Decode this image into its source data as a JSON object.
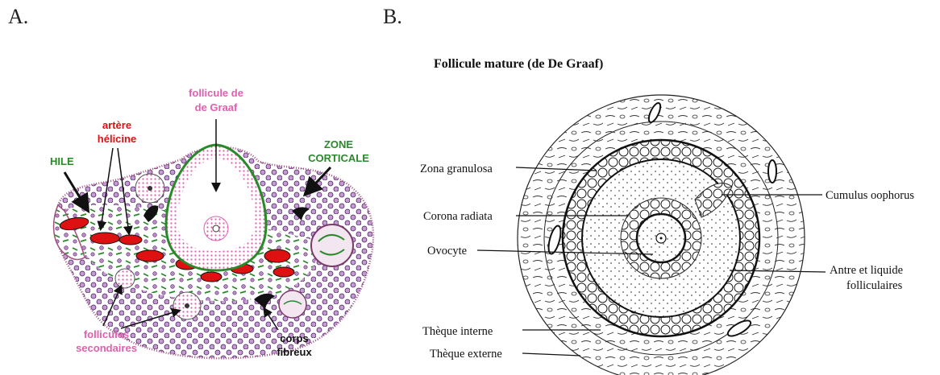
{
  "panel_a": {
    "letter": "A.",
    "labels": {
      "follicule_l1": "follicule de",
      "follicule_l2": "de Graaf",
      "artere_l1": "artère",
      "artere_l2": "hélicine",
      "hile": "HILE",
      "zone_l1": "ZONE",
      "zone_l2": "CORTICALE",
      "follicules_l1": "follicules",
      "follicules_l2": "secondaires",
      "corps_l1": "corps",
      "corps_l2": "fibreux"
    },
    "colors": {
      "pink": "#e060b0",
      "red": "#dd1111",
      "green": "#2a8a2a",
      "black": "#111111"
    }
  },
  "panel_b": {
    "letter": "B.",
    "title": "Follicule mature (de De Graaf)",
    "labels": {
      "zona": "Zona granulosa",
      "corona": "Corona radiata",
      "ovocyte": "Ovocyte",
      "theque_int": "Thèque interne",
      "theque_ext": "Thèque externe",
      "cumulus": "Cumulus oophorus",
      "antre_l1": "Antre et liquide",
      "antre_l2": "folliculaires"
    }
  }
}
